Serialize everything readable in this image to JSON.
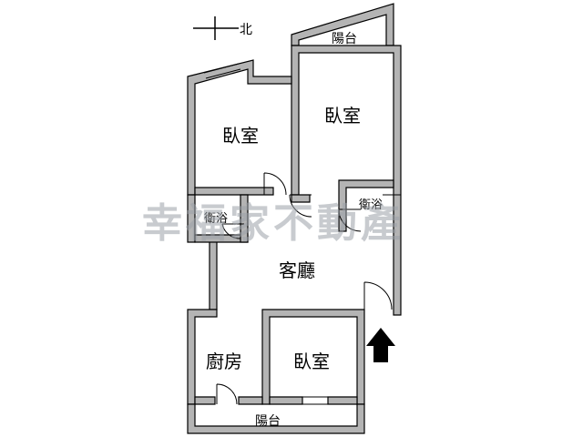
{
  "compass": {
    "label": "北"
  },
  "rooms": {
    "balcony_top": "陽台",
    "bedroom_left": "臥室",
    "bedroom_right": "臥室",
    "bath_left": "衛浴",
    "bath_right": "衛浴",
    "living": "客廳",
    "kitchen": "廚房",
    "bedroom_bottom": "臥室",
    "balcony_bottom": "陽台"
  },
  "watermark": "幸福家不動產",
  "colors": {
    "wall": "#000000",
    "wall_fill": "#b4b4b4",
    "background": "#ffffff",
    "watermark": "#9aa0a8"
  },
  "icons": {
    "entrance": "arrow-up-icon",
    "compass": "compass-north-icon"
  }
}
